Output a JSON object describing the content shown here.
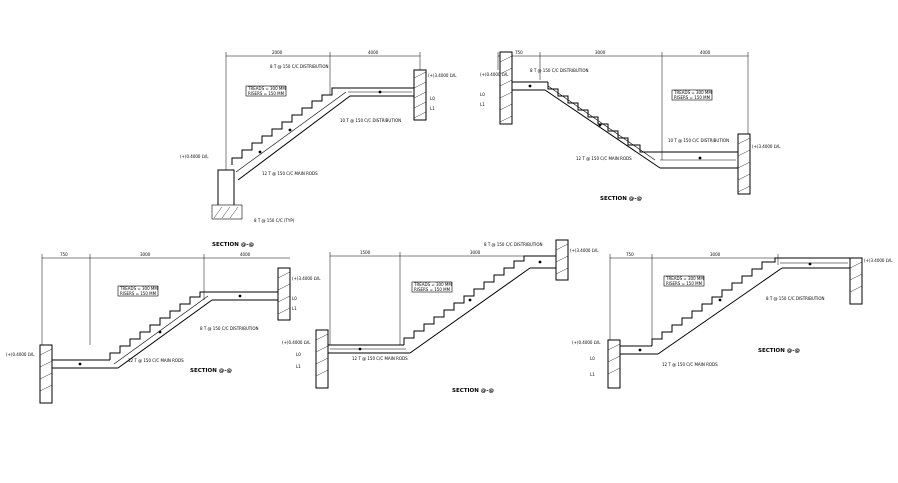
{
  "sections": [
    {
      "id": "a",
      "title": "SECTION @-@",
      "dims": [
        "2000",
        "4000"
      ],
      "spec_lines": [
        "TREADS = 300 MM",
        "RISERS = 150 MM"
      ],
      "levels": [
        "(+)3.4000 LVL",
        "(+)0.4000 LVL"
      ],
      "labels": [
        "8 T @ 150 C/C DISTRIBUTION",
        "12 T @ 150 C/C MAIN RODS",
        "10 T @ 150 C/C DISTRIBUTION",
        "8 T @ 150 C/C (TYP)",
        "L0",
        "L1"
      ]
    },
    {
      "id": "b",
      "title": "SECTION @-@",
      "dims": [
        "750",
        "3000",
        "4000"
      ],
      "spec_lines": [
        "TREADS = 300 MM",
        "RISERS = 150 MM"
      ],
      "levels": [
        "(+)3.4000 LVL",
        "(+)0.4000 LVL"
      ],
      "labels": [
        "8 T @ 150 C/C DISTRIBUTION",
        "12 T @ 150 C/C MAIN RODS",
        "10 T @ 150 C/C DISTRIBUTION",
        "L0",
        "L1"
      ]
    },
    {
      "id": "c",
      "title": "SECTION @-@",
      "dims": [
        "750",
        "3000",
        "4000"
      ],
      "spec_lines": [
        "TREADS = 300 MM",
        "RISERS = 150 MM"
      ],
      "levels": [
        "(+)0.4000 LVL",
        "(+)3.4000 LVL"
      ],
      "labels": [
        "8 T @ 150 C/C DISTRIBUTION",
        "12 T @ 150 C/C MAIN RODS",
        "L0",
        "L1"
      ]
    },
    {
      "id": "d",
      "title": "SECTION @-@",
      "dims": [
        "1500",
        "3000"
      ],
      "spec_lines": [
        "TREADS = 300 MM",
        "RISERS = 150 MM"
      ],
      "levels": [
        "(+)0.4000 LVL",
        "(+)3.4000 LVL"
      ],
      "labels": [
        "8 T @ 150 C/C DISTRIBUTION",
        "12 T @ 150 C/C MAIN RODS",
        "L0",
        "L1"
      ]
    },
    {
      "id": "e",
      "title": "SECTION @-@",
      "dims": [
        "750",
        "3000"
      ],
      "spec_lines": [
        "TREADS = 300 MM",
        "RISERS = 150 MM"
      ],
      "levels": [
        "(+)0.4000 LVL",
        "(+)3.4000 LVL"
      ],
      "labels": [
        "8 T @ 150 C/C DISTRIBUTION",
        "12 T @ 150 C/C MAIN RODS",
        "L0",
        "L1"
      ]
    }
  ]
}
